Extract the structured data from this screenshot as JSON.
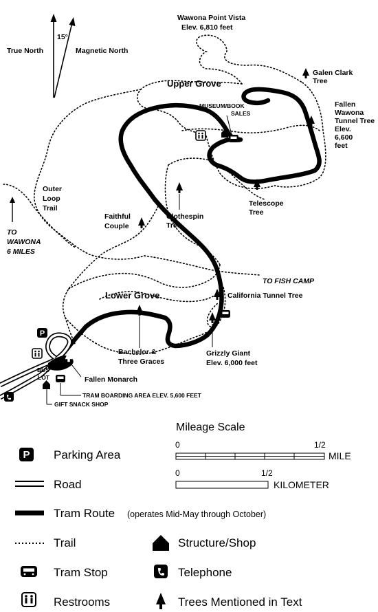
{
  "map": {
    "north": {
      "true_label": "True North",
      "magnetic_label": "Magnetic North",
      "declination": "15°"
    },
    "groves": {
      "upper": "Upper Grove",
      "lower": "Lower Grove"
    },
    "labels": {
      "wawona_point_1": "Wawona Point Vista",
      "wawona_point_2": "Elev. 6,810 feet",
      "galen_1": "Galen Clark",
      "galen_2": "Tree",
      "fallen_wawona_1": "Fallen",
      "fallen_wawona_2": "Wawona",
      "fallen_wawona_3": "Tunnel Tree",
      "fallen_wawona_4": "Elev.",
      "fallen_wawona_5": "6,600",
      "fallen_wawona_6": "feet",
      "museum_1": "MUSEUM/BOOK",
      "museum_2": "SALES",
      "outer_loop_1": "Outer",
      "outer_loop_2": "Loop",
      "outer_loop_3": "Trail",
      "to_wawona_1": "TO",
      "to_wawona_2": "WAWONA",
      "to_wawona_3": "6 MILES",
      "faithful_1": "Faithful",
      "faithful_2": "Couple",
      "clothespin_1": "Clothespin",
      "clothespin_2": "Tree",
      "telescope_1": "Telescope",
      "telescope_2": "Tree",
      "fish_camp": "TO FISH CAMP",
      "california_tunnel": "California Tunnel Tree",
      "bachelor_1": "Bachelor &",
      "bachelor_2": "Three Graces",
      "grizzly_1": "Grizzly Giant",
      "grizzly_2": "Elev. 6,000 feet",
      "bus_1": "BUS",
      "bus_2": "LOT",
      "fallen_monarch": "Fallen Monarch",
      "tram_boarding": "TRAM BOARDING AREA ELEV. 5,600 FEET",
      "gift_shop": "GIFT SNACK SHOP"
    }
  },
  "legend": {
    "parking": "Parking Area",
    "road": "Road",
    "tram_route": "Tram Route",
    "tram_route_note": "(operates Mid-May through October)",
    "trail": "Trail",
    "tram_stop": "Tram Stop",
    "restrooms": "Restrooms",
    "structure": "Structure/Shop",
    "telephone": "Telephone",
    "trees": "Trees Mentioned in Text",
    "parking_glyph": "P"
  },
  "scale": {
    "title": "Mileage Scale",
    "mile_start": "0",
    "mile_end": "1/2",
    "mile_unit": "MILE",
    "km_start": "0",
    "km_end": "1/2",
    "km_unit": "KILOMETER"
  }
}
